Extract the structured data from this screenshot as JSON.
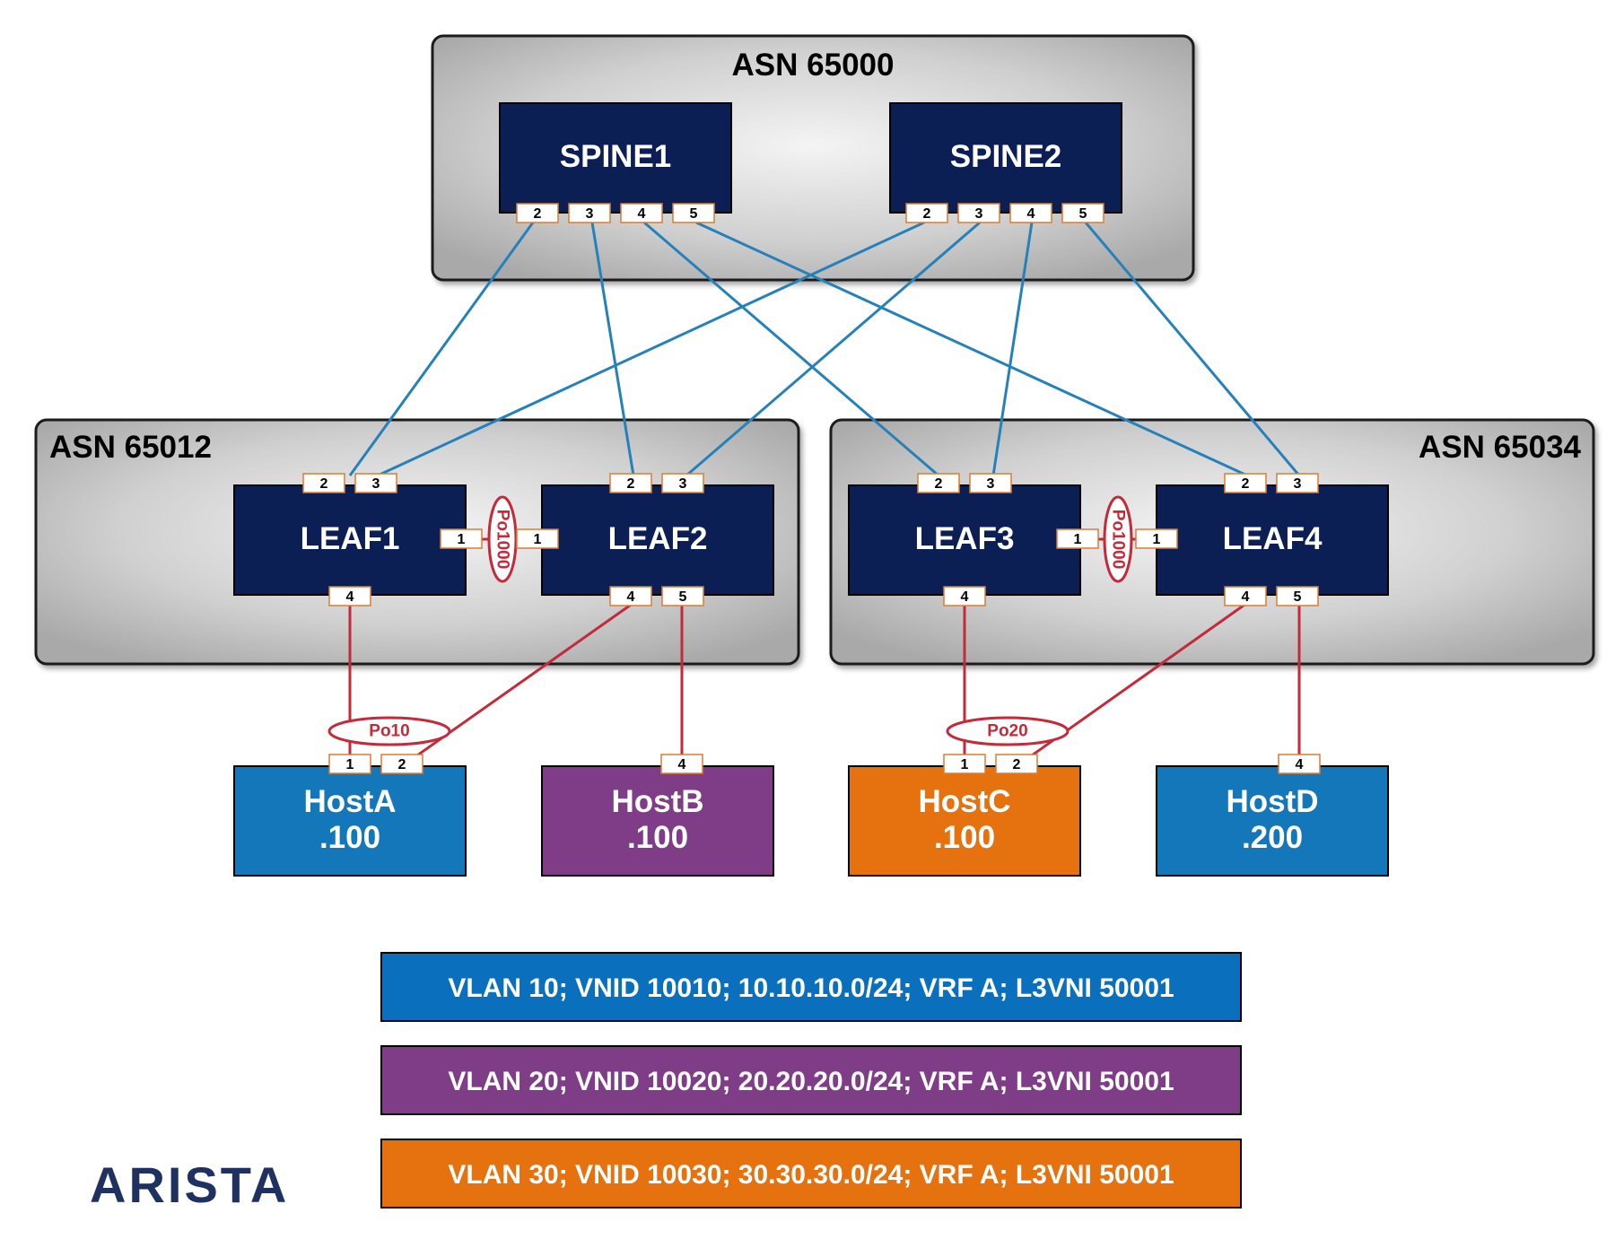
{
  "colors": {
    "device_fill": "#0c1f55",
    "fabric_link": "#2581b9",
    "host_link": "#c42a3a",
    "port_border": "#e07a2e",
    "host_blue": "#1377ba",
    "host_purple": "#7e3d86",
    "host_orange": "#e6710f",
    "legend_blue": "#0a6fbc",
    "legend_purple": "#7e3d86",
    "legend_orange": "#e6710f",
    "arista_logo": "#1e3160"
  },
  "asn_groups": {
    "spine": "ASN 65000",
    "leaf12": "ASN 65012",
    "leaf34": "ASN 65034"
  },
  "devices": {
    "spine1": "SPINE1",
    "spine2": "SPINE2",
    "leaf1": "LEAF1",
    "leaf2": "LEAF2",
    "leaf3": "LEAF3",
    "leaf4": "LEAF4"
  },
  "hosts": {
    "hostA": {
      "name": "HostA",
      "ip": ".100",
      "color": "host_blue"
    },
    "hostB": {
      "name": "HostB",
      "ip": ".100",
      "color": "host_purple"
    },
    "hostC": {
      "name": "HostC",
      "ip": ".100",
      "color": "host_orange"
    },
    "hostD": {
      "name": "HostD",
      "ip": ".200",
      "color": "host_blue"
    }
  },
  "ports": {
    "spine1": [
      "2",
      "3",
      "4",
      "5"
    ],
    "spine2": [
      "2",
      "3",
      "4",
      "5"
    ],
    "leaf1_up": [
      "2",
      "3"
    ],
    "leaf2_up": [
      "2",
      "3"
    ],
    "leaf3_up": [
      "2",
      "3"
    ],
    "leaf4_up": [
      "2",
      "3"
    ],
    "leaf1_peer": "1",
    "leaf2_peer": "1",
    "leaf3_peer": "1",
    "leaf4_peer": "1",
    "leaf1_down": [
      "4"
    ],
    "leaf2_down": [
      "4",
      "5"
    ],
    "leaf3_down": [
      "4"
    ],
    "leaf4_down": [
      "4",
      "5"
    ],
    "hostA": [
      "1",
      "2"
    ],
    "hostB": [
      "4"
    ],
    "hostC": [
      "1",
      "2"
    ],
    "hostD": [
      "4"
    ]
  },
  "port_channels": {
    "mlag12": "Po1000",
    "mlag34": "Po1000",
    "hostA": "Po10",
    "hostC": "Po20"
  },
  "legend": [
    {
      "text": "VLAN 10; VNID 10010; 10.10.10.0/24; VRF A; L3VNI 50001",
      "color": "legend_blue"
    },
    {
      "text": "VLAN 20; VNID 10020; 20.20.20.0/24; VRF A; L3VNI 50001",
      "color": "legend_purple"
    },
    {
      "text": "VLAN 30; VNID 10030; 30.30.30.0/24; VRF A; L3VNI 50001",
      "color": "legend_orange"
    }
  ],
  "logo": "ARISTA"
}
